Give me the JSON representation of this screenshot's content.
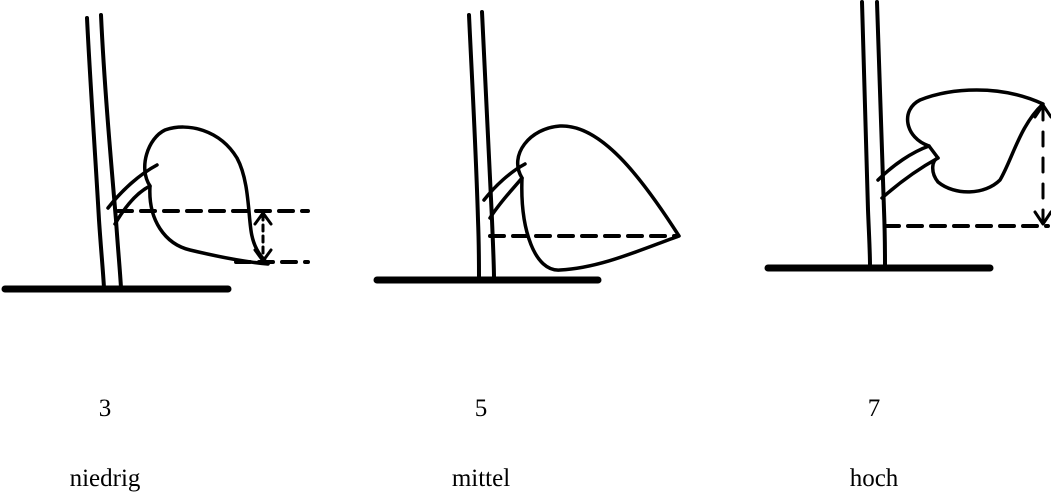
{
  "figures": [
    {
      "score": "3",
      "label": "niedrig"
    },
    {
      "score": "5",
      "label": "mittel"
    },
    {
      "score": "7",
      "label": "hoch"
    }
  ]
}
